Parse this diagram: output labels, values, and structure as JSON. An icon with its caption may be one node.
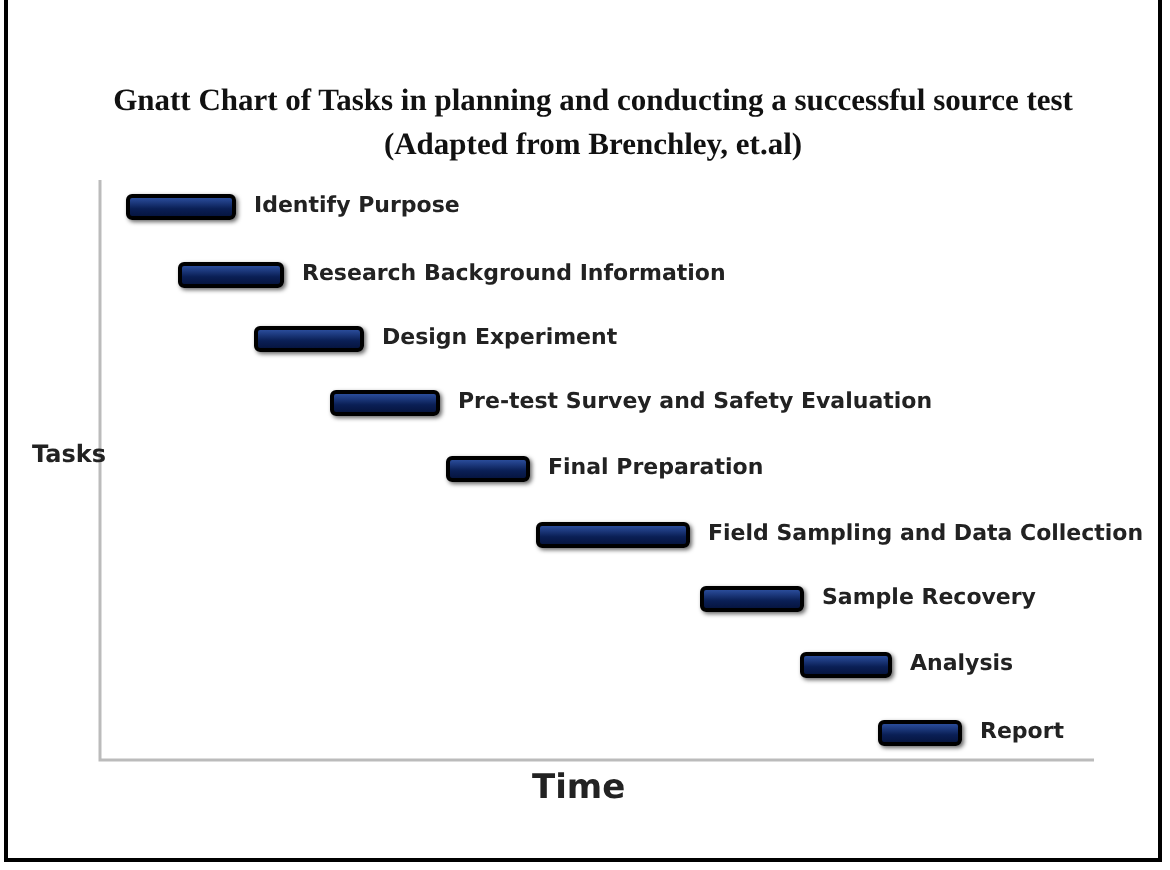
{
  "diagram": {
    "title": "Gnatt Chart of Tasks in planning and conducting a successful source test (Adapted from Brenchley, et.al)",
    "nodes": [
      {
        "text": [],
        "shape": "bar",
        "beside": [
          "Identify Purpose"
        ]
      },
      {
        "text": [],
        "shape": "bar",
        "beside": [
          "Research Background Information"
        ]
      },
      {
        "text": [],
        "shape": "bar",
        "beside": [
          "Design Experiment"
        ]
      },
      {
        "text": [],
        "shape": "bar",
        "beside": [
          "Pre-test Survey and Safety Evaluation"
        ]
      },
      {
        "text": [],
        "shape": "bar",
        "beside": [
          "Final Preparation"
        ]
      },
      {
        "text": [],
        "shape": "bar",
        "beside": [
          "Field Sampling and Data Collection"
        ]
      },
      {
        "text": [],
        "shape": "bar",
        "beside": [
          "Sample Recovery"
        ]
      },
      {
        "text": [],
        "shape": "bar",
        "beside": [
          "Analysis"
        ]
      },
      {
        "text": [],
        "shape": "bar",
        "beside": [
          "Report"
        ]
      }
    ],
    "labels": [
      "Tasks",
      "Time"
    ]
  }
}
